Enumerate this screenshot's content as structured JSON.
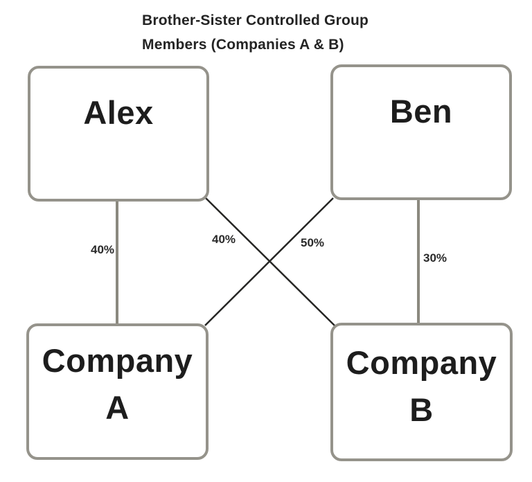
{
  "title": {
    "line1": "Brother-Sister Controlled Group",
    "line2": "Members (Companies A & B)"
  },
  "nodes": {
    "alex": {
      "label": "Alex"
    },
    "ben": {
      "label": "Ben"
    },
    "company_a": {
      "line1": "Company",
      "line2": "A"
    },
    "company_b": {
      "line1": "Company",
      "line2": "B"
    }
  },
  "edges": {
    "alex_company_a": {
      "from": "Alex",
      "to": "Company A",
      "label": "40%",
      "style": "vertical-gray"
    },
    "alex_company_b": {
      "from": "Alex",
      "to": "Company B",
      "label": "40%",
      "style": "diagonal-black"
    },
    "ben_company_a": {
      "from": "Ben",
      "to": "Company A",
      "label": "50%",
      "style": "diagonal-black"
    },
    "ben_company_b": {
      "from": "Ben",
      "to": "Company B",
      "label": "30%",
      "style": "vertical-gray"
    }
  },
  "colors": {
    "background": "#ffffff",
    "box_border": "#95938b",
    "connector_gray": "#8b897f",
    "connector_black": "#262624",
    "text": "#1d1d1d"
  }
}
